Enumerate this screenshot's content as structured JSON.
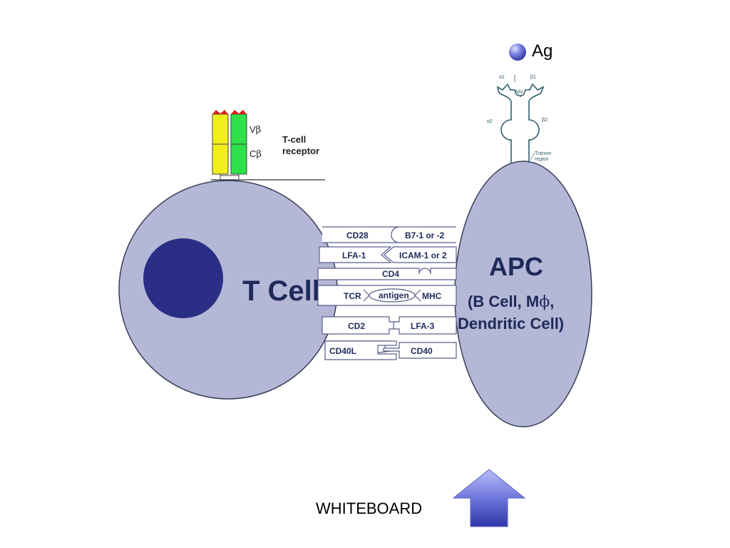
{
  "tcell": {
    "label": "T Cell"
  },
  "apc": {
    "title": "APC",
    "subtitle_line1_prefix": "(B Cell, M",
    "subtitle_line1_phi": "ϕ",
    "subtitle_line1_suffix": ",",
    "subtitle_line2": "Dendritic Cell)"
  },
  "tcr": {
    "vb_letter": "V",
    "vb_sub": "β",
    "cb_letter": "C",
    "cb_sub": "β",
    "title_line1": "T-cell",
    "title_line2": "receptor"
  },
  "ag": {
    "label": "Ag"
  },
  "mhc_structure": {
    "a1": "α1",
    "b1": "β1",
    "a2": "α2",
    "b2": "β2",
    "nn": "NN",
    "trans1": "Transm",
    "trans2": "region"
  },
  "pairs": [
    {
      "left": "CD28",
      "right": "B7-1 or -2"
    },
    {
      "left": "LFA-1",
      "right": "ICAM-1 or 2"
    },
    {
      "left": "CD4",
      "right": ""
    },
    {
      "left": "TCR",
      "middle": "antigen",
      "right": "MHC"
    },
    {
      "left": "CD2",
      "right": "LFA-3"
    },
    {
      "left": "CD40L",
      "right": "CD40"
    }
  ],
  "whiteboard": {
    "label": "WHITEBOARD"
  },
  "colors": {
    "cell_fill": "#b4b8d6",
    "cell_stroke": "#3a3e5a",
    "nucleus": "#2a2f85",
    "text_navy": "#1f2a5a",
    "tcr_yellow": "#f2ee1c",
    "tcr_green": "#2ee04a",
    "tcr_red_tip": "#d9221a",
    "mhc_teal": "#2f5f6e",
    "arrow_top": "#aab0f0",
    "arrow_bottom": "#3a40b0",
    "ag_ball": "#4a52c8"
  }
}
